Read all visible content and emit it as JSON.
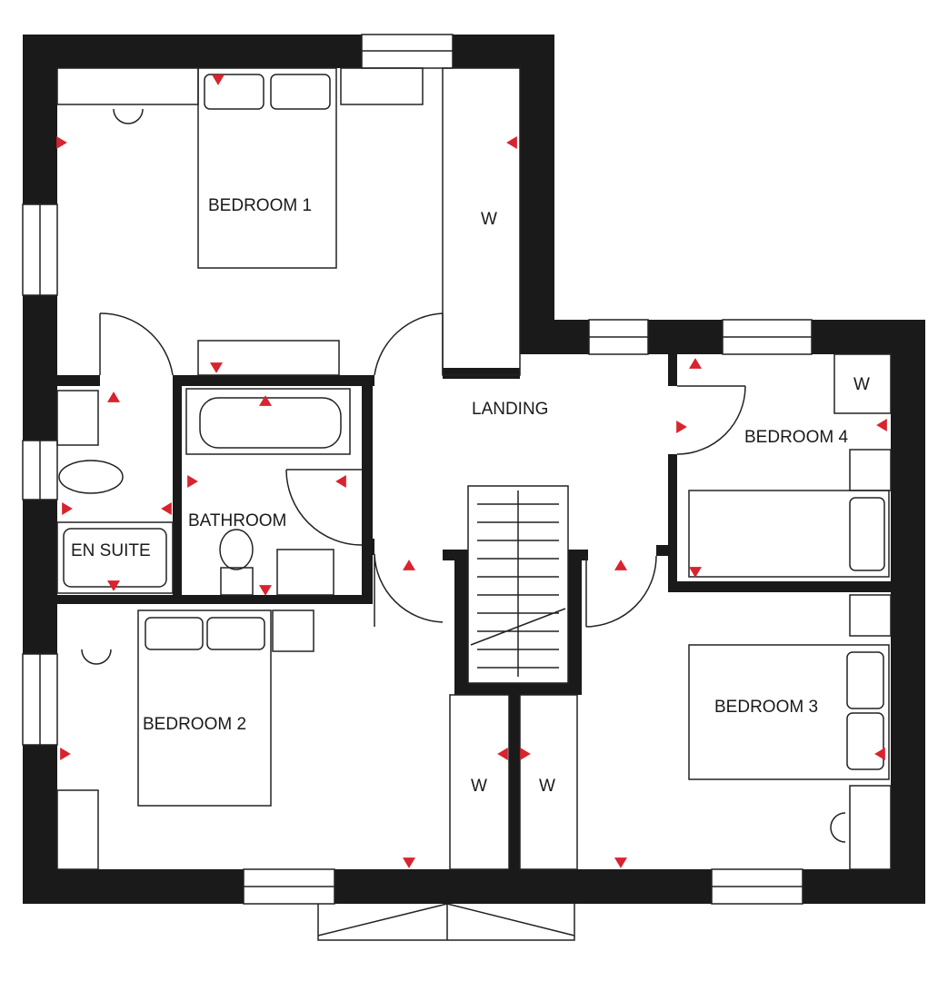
{
  "colors": {
    "wall": "#1a1a1a",
    "marker": "#d9232e",
    "background": "#ffffff"
  },
  "rooms": [
    {
      "id": "bedroom-1",
      "label": "BEDROOM 1"
    },
    {
      "id": "wardrobe-bedroom-1",
      "label": "W"
    },
    {
      "id": "landing",
      "label": "LANDING"
    },
    {
      "id": "bedroom-4",
      "label": "BEDROOM 4"
    },
    {
      "id": "wardrobe-bedroom-4",
      "label": "W"
    },
    {
      "id": "bathroom",
      "label": "BATHROOM"
    },
    {
      "id": "en-suite",
      "label": "EN SUITE"
    },
    {
      "id": "bedroom-2",
      "label": "BEDROOM 2"
    },
    {
      "id": "bedroom-3",
      "label": "BEDROOM 3"
    },
    {
      "id": "wardrobe-bedroom-2",
      "label": "W"
    },
    {
      "id": "wardrobe-bedroom-3",
      "label": "W"
    }
  ]
}
